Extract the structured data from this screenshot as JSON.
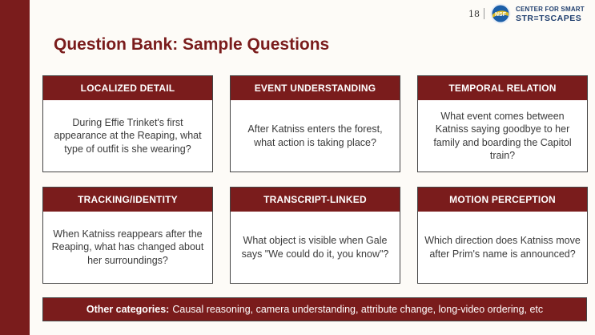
{
  "header": {
    "page_number": "18",
    "logo_text_line1": "CENTER FOR SMART",
    "logo_text_line2": "STR≡TSCAPES",
    "nsf_logo_text": "NSF"
  },
  "title": "Question Bank: Sample Questions",
  "cards": [
    {
      "category": "LOCALIZED DETAIL",
      "question": "During Effie Trinket's first appearance at the Reaping, what type of outfit is she wearing?"
    },
    {
      "category": "EVENT UNDERSTANDING",
      "question": "After Katniss enters the forest, what action is taking place?"
    },
    {
      "category": "TEMPORAL RELATION",
      "question": "What event comes between Katniss saying goodbye to her family and boarding the Capitol train?"
    },
    {
      "category": "TRACKING/IDENTITY",
      "question": "When Katniss reappears after the Reaping, what has changed about her surroundings?"
    },
    {
      "category": "TRANSCRIPT-LINKED",
      "question": "What object is visible when Gale says \"We could do it, you know\"?"
    },
    {
      "category": "MOTION PERCEPTION",
      "question": "Which direction does Katniss move after Prim's name is announced?"
    }
  ],
  "footer": {
    "label": "Other categories:",
    "text": "Causal reasoning, camera understanding, attribute change, long-video ordering, etc"
  },
  "colors": {
    "accent": "#7a1c1c",
    "background": "#fdfbf7",
    "logo_blue": "#1f3e6e"
  }
}
